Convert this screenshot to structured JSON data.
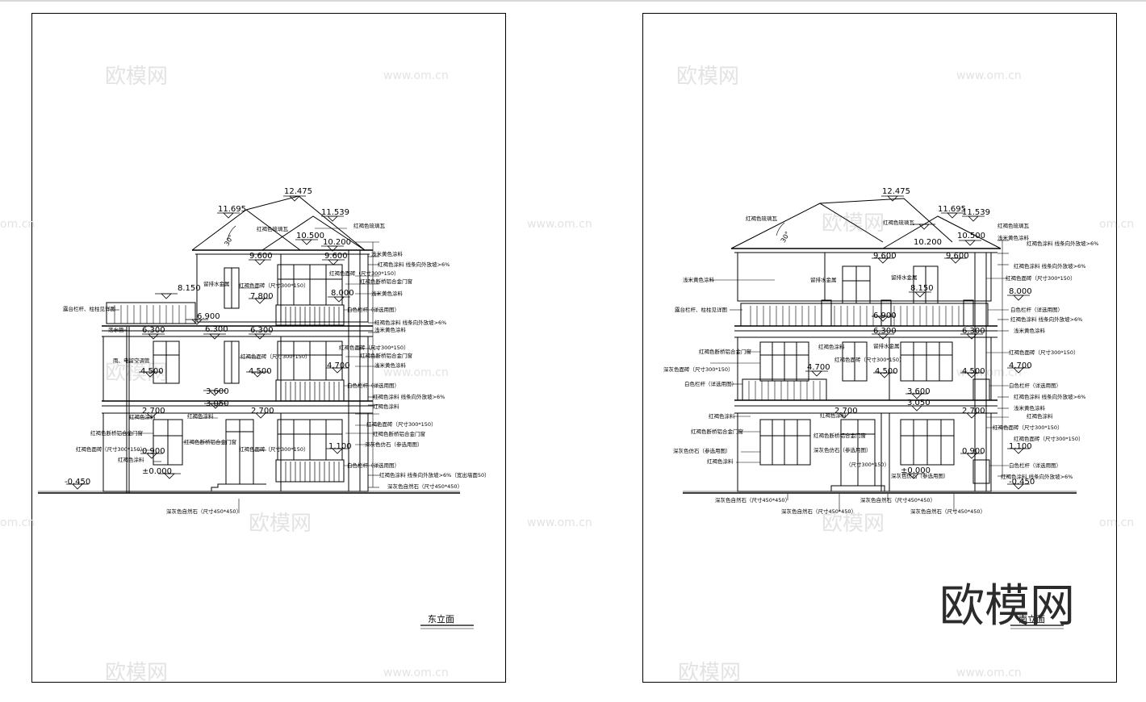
{
  "watermark": {
    "brand": "欧模网",
    "url": "www.om.cn",
    "url_cut": "om.cn"
  },
  "drawings": {
    "east": {
      "title": "东立面",
      "elevations": {
        "ridge": "12.475",
        "e11695": "11.695",
        "e11539": "11.539",
        "e10500": "10.500",
        "e10200": "10.200",
        "e9600a": "9.600",
        "e9600b": "9.600",
        "e8150": "8.150",
        "e8000": "8.000",
        "e7800": "7.800",
        "e6900": "6.900",
        "e6300a": "6.300",
        "e6300b": "6.300",
        "e6300c": "6.300",
        "e4500a": "4.500",
        "e4500b": "4.500",
        "e4700": "4.700",
        "e3600": "3.600",
        "e3050": "3.050",
        "e2700a": "2.700",
        "e2700b": "2.700",
        "e1100": "1.100",
        "e0900": "0.900",
        "e0000": "±0.000",
        "eneg": "-0.450"
      },
      "roof_angle": "30°",
      "notes": [
        "红褐色琉璃瓦",
        "红褐色琉璃瓦",
        "浅米黄色涂料",
        "红褐色涂料  线条向外放坡>6%",
        "红褐色面砖（尺寸300*150）",
        "红褐色断桥铝合金门窗",
        "浅米黄色涂料",
        "白色栏杆（详选用图）",
        "红褐色涂料  线条向外放坡>6%",
        "浅米黄色涂料",
        "红褐色面砖（尺寸300*150）",
        "红褐色断桥铝合金门窗",
        "浅米黄色涂料",
        "白色栏杆（详选用图）",
        "红褐色涂料  线条向外放坡>6%",
        "红褐色涂料",
        "红褐色面砖（尺寸300*150）",
        "红褐色断桥铝合金门窗",
        "深灰色仿石（参选用图）",
        "白色栏杆（详选用图）",
        "红褐色涂料  线条向外放坡>6%（宽出墙面50）",
        "深灰色自然石（尺寸450*450）"
      ],
      "left_notes": {
        "balcony": "露台栏杆、柱柱见详图",
        "pipe": "落水管",
        "window_label": "（尺寸300*150）",
        "tile": "红褐色面砖",
        "door": "红褐色断桥铝合金门窗",
        "paint": "红褐色涂料",
        "rain": "雨、电留空调管"
      },
      "inline_notes": {
        "tile_a": "红褐色面砖（尺寸300*150）",
        "tile_b": "红褐色面砖（尺寸300*150）",
        "tile_c": "红褐色面砖（尺寸300*150）",
        "door_a": "红褐色断桥铝合金门窗",
        "paint_a": "红褐色涂料",
        "paint_b": "红褐色涂料",
        "pipe_a": "留排水金属"
      },
      "base_note": "深灰色自然石（尺寸450*450）"
    },
    "south": {
      "title": "南立面",
      "elevations": {
        "ridge": "12.475",
        "e11695": "11.695",
        "e11539": "11.539",
        "e10500": "10.500",
        "e10200": "10.200",
        "e9600a": "9.600",
        "e9600b": "9.600",
        "e8150": "8.150",
        "e8000": "8.000",
        "e6900": "6.900",
        "e6300a": "6.300",
        "e6300b": "6.300",
        "e4700a": "4.700",
        "e4500a": "4.500",
        "e4500b": "4.500",
        "e4700b": "4.700",
        "e3600": "3.600",
        "e3050": "3.050",
        "e2700a": "2.700",
        "e2700b": "2.700",
        "e1100": "1.100",
        "e0900": "0.900",
        "e0000": "±0.000",
        "eneg": "-0.450"
      },
      "roof_angle": "30°",
      "notes": [
        "红褐色琉璃瓦",
        "浅米黄色涂料",
        "红褐色涂料  线条向外放坡>6%",
        "红褐色涂料  线条向外放坡>6%",
        "红褐色面砖（尺寸300*150）",
        "白色栏杆（详选用图）",
        "红褐色涂料  线条向外放坡>6%",
        "浅米黄色涂料",
        "红褐色面砖（尺寸300*150）",
        "白色栏杆（详选用图）",
        "红褐色涂料  线条向外放坡>6%",
        "浅米黄色涂料",
        "红褐色涂料",
        "红褐色面砖（尺寸300*150）",
        "红褐色面砖（尺寸300*150）",
        "白色栏杆（详选用图）",
        "红褐色涂料  线条向外放坡>6%"
      ],
      "left_notes": [
        "浅米黄色涂料",
        "露台栏杆、柱柱见详图",
        "红褐色断桥铝合金门窗",
        "深灰色面砖（尺寸300*150）",
        "白色栏杆（详选用图）",
        "红褐色涂料",
        "红褐色断桥铝合金门窗",
        "深灰色仿石（参选用图）",
        "红褐色涂料"
      ],
      "inline_notes": {
        "roof_tile": "红褐色琉璃瓦",
        "roof_tile_b": "红褐色琉璃瓦",
        "pipe_a": "留排水金属",
        "pipe_b": "留排水金属",
        "pipe_c": "留排水金属",
        "tile_a": "红褐色面砖（尺寸300*150）",
        "door_a": "红褐色断桥铝合金门窗",
        "stone_a": "深灰色仿石（参选用图）",
        "tile_b": "（尺寸300*150）",
        "stone_b": "深灰色仿石（参选用图）",
        "paint_a": "红褐色涂料",
        "paint_b": "红褐色涂料"
      },
      "base_notes": [
        "深灰色自然石（尺寸450*450）",
        "深灰色自然石（尺寸450*450）",
        "深灰色自然石（尺寸450*450）",
        "深灰色自然石（尺寸450*450）"
      ]
    }
  }
}
